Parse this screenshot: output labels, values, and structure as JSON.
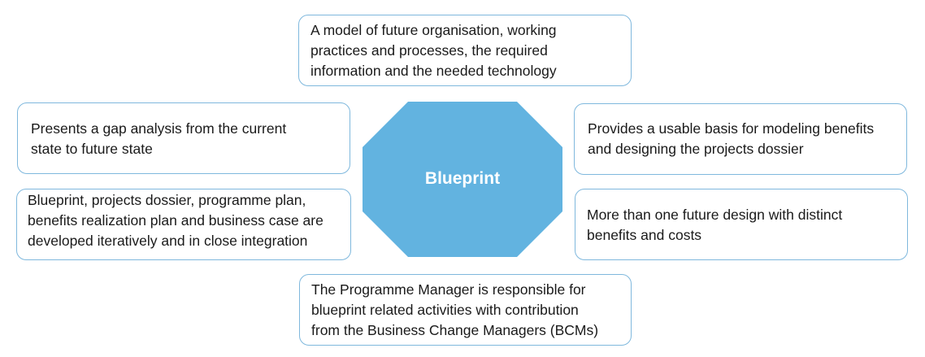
{
  "center": {
    "label": "Blueprint",
    "fill_color": "#62b3e0"
  },
  "box_border_color": "#7fb8dd",
  "boxes": {
    "top": {
      "lines": [
        "A model of future organisation, working",
        "practices and processes, the required",
        "information and the needed technology"
      ]
    },
    "left_top": {
      "lines": [
        "Presents a gap analysis from the current",
        "state to future state"
      ]
    },
    "right_top": {
      "lines": [
        "Provides a usable basis for modeling benefits",
        "and designing the projects dossier"
      ]
    },
    "left_bottom": {
      "lines": [
        "Blueprint, projects dossier, programme plan,",
        "benefits realization plan and business case are",
        "developed iteratively and in close integration"
      ]
    },
    "right_bottom": {
      "lines": [
        "More than one future design with distinct",
        "benefits and costs"
      ]
    },
    "bottom": {
      "lines": [
        "The Programme Manager is responsible for",
        "blueprint related activities with contribution",
        "from the Business Change Managers (BCMs)"
      ]
    }
  }
}
